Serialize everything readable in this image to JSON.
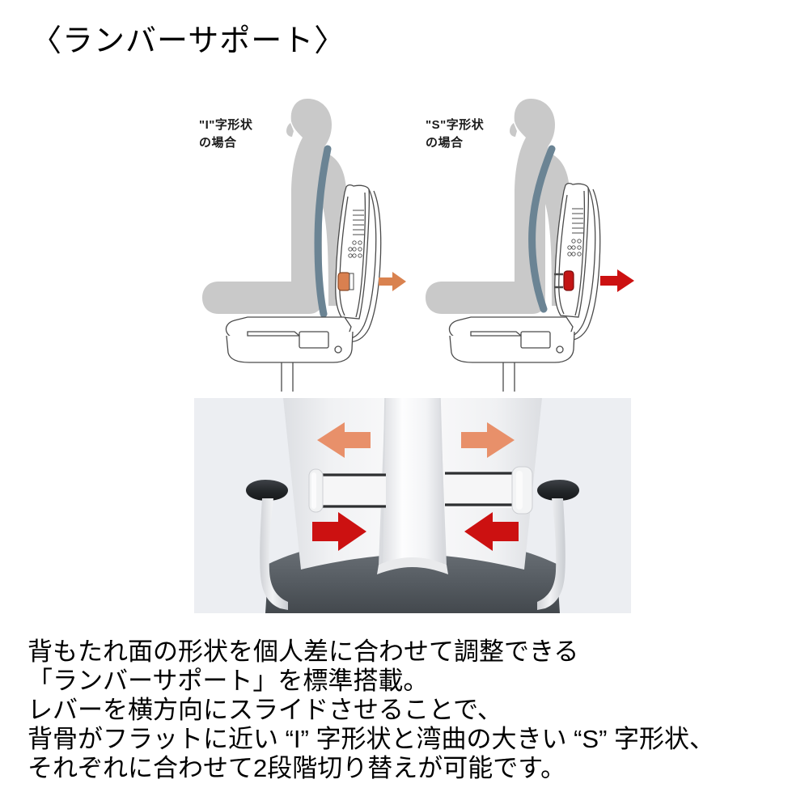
{
  "page": {
    "title": "〈ランバーサポート〉",
    "background_color": "#ffffff"
  },
  "illustrations": {
    "section_name": "lumbar-support-side-view-diagrams",
    "items": [
      {
        "id": "i-shape",
        "label": "\"I\"字形状\nの場合",
        "arrow_icon": "arrow-left-icon",
        "arrow_color": "#e08a5e",
        "knob_color": "#e08a5e",
        "spine_color": "#6b8494",
        "body_color": "#c9c9c9",
        "outline_color": "#4a4a4a"
      },
      {
        "id": "s-shape",
        "label": "\"S\"字形状\nの場合",
        "arrow_icon": "arrow-left-icon",
        "arrow_color": "#cc1111",
        "knob_color": "#cc1111",
        "spine_color": "#6b8494",
        "body_color": "#c9c9c9",
        "outline_color": "#4a4a4a"
      }
    ]
  },
  "photo": {
    "section_name": "lumbar-support-rear-photo",
    "background_color": "#eceef2",
    "chair_shell_color": "#efeff0",
    "seat_fabric_color": "#5b6166",
    "armcap_color": "#2a2c30",
    "arrows": [
      {
        "id": "upper-left",
        "icon": "arrow-left-icon",
        "color": "#e8906a"
      },
      {
        "id": "upper-right",
        "icon": "arrow-right-icon",
        "color": "#e8906a"
      },
      {
        "id": "lower-left",
        "icon": "arrow-right-icon",
        "color": "#cc1111"
      },
      {
        "id": "lower-right",
        "icon": "arrow-left-icon",
        "color": "#cc1111"
      }
    ],
    "levers": [
      {
        "id": "left-lever",
        "position": "inner-left"
      },
      {
        "id": "right-lever",
        "position": "outer-right"
      }
    ]
  },
  "caption": {
    "lines": [
      "背もたれ面の形状を個人差に合わせて調整できる",
      "「ランバーサポート」を標準搭載。",
      "レバーを横方向にスライドさせることで、",
      "背骨がフラットに近い “I” 字形状と湾曲の大きい “S” 字形状、",
      "それぞれに合わせて2段階切り替えが可能です。"
    ]
  }
}
